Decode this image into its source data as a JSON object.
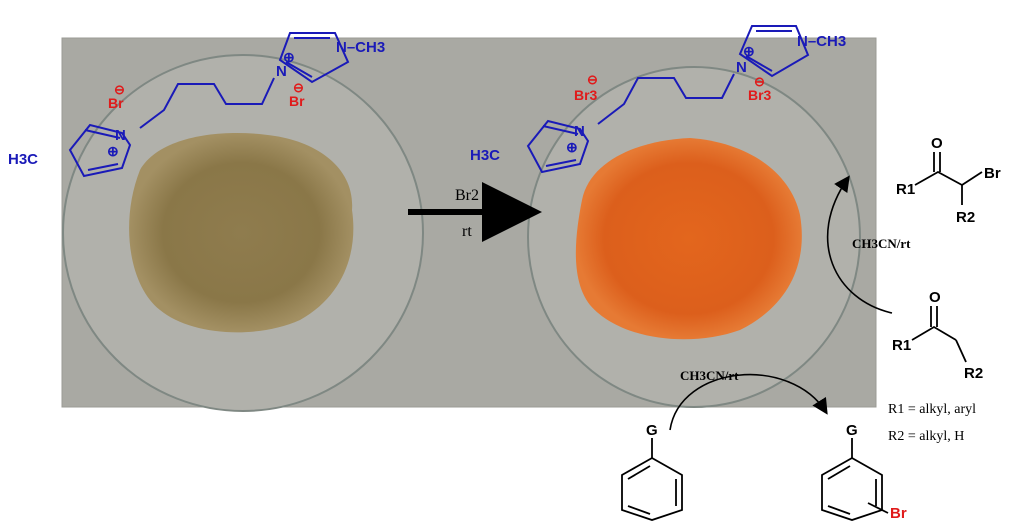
{
  "colors": {
    "photo_bg": "#a9a9a3",
    "reagent_before": "#8f7c4e",
    "reagent_after": "#e0641e",
    "structure_blue": "#1a1ab8",
    "bromine_red": "#e01b1b"
  },
  "photo": {
    "reagent_left": {
      "methyl_left": "H3C",
      "methyl_right": "N–CH3",
      "nitrogen": "N",
      "counter_ion_1": "Br",
      "counter_ion_2": "Br",
      "charge_plus": "⊕",
      "charge_minus": "⊖"
    },
    "reagent_right": {
      "methyl_left": "H3C",
      "methyl_right": "N–CH3",
      "nitrogen": "N",
      "counter_ion_1": "Br3",
      "counter_ion_2": "Br3",
      "charge_plus": "⊕",
      "charge_minus": "⊖"
    },
    "arrow_top": "Br2",
    "arrow_bottom": "rt"
  },
  "ketone": {
    "product_oxygen": "O",
    "product_bromine": "Br",
    "product_r1": "R1",
    "product_r2": "R2",
    "condition": "CH3CN/rt",
    "substrate_oxygen": "O",
    "substrate_r1": "R1",
    "substrate_r2": "R2",
    "r1_def": "R1 = alkyl, aryl",
    "r2_def": "R2 = alkyl, H"
  },
  "arene": {
    "condition": "CH3CN/rt",
    "substrate_group": "G",
    "product_group": "G",
    "product_bromine": "Br"
  }
}
